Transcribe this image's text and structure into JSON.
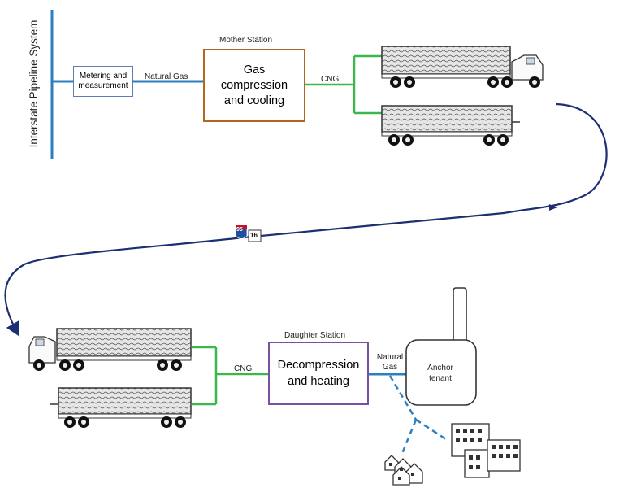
{
  "pipeline_label": "Interstate Pipeline System",
  "metering_label": "Metering and measurement",
  "natural_gas_top": "Natural Gas",
  "mother_station": {
    "title": "Mother Station",
    "body": "Gas compression and cooling"
  },
  "cng_top": "CNG",
  "highway_shields": [
    "95",
    "16"
  ],
  "daughter_station": {
    "title": "Daughter Station",
    "body": "Decompression and heating"
  },
  "cng_bottom": "CNG",
  "natural_gas_bottom": "Natural Gas",
  "anchor_tenant": "Anchor tenant",
  "colors": {
    "pipeline": "#2b7fc3",
    "cng": "#3cb84a",
    "route": "#1c2f73",
    "mother": "#b5651d",
    "daughter": "#7a4fa0",
    "metering": "#5a7fb0"
  }
}
